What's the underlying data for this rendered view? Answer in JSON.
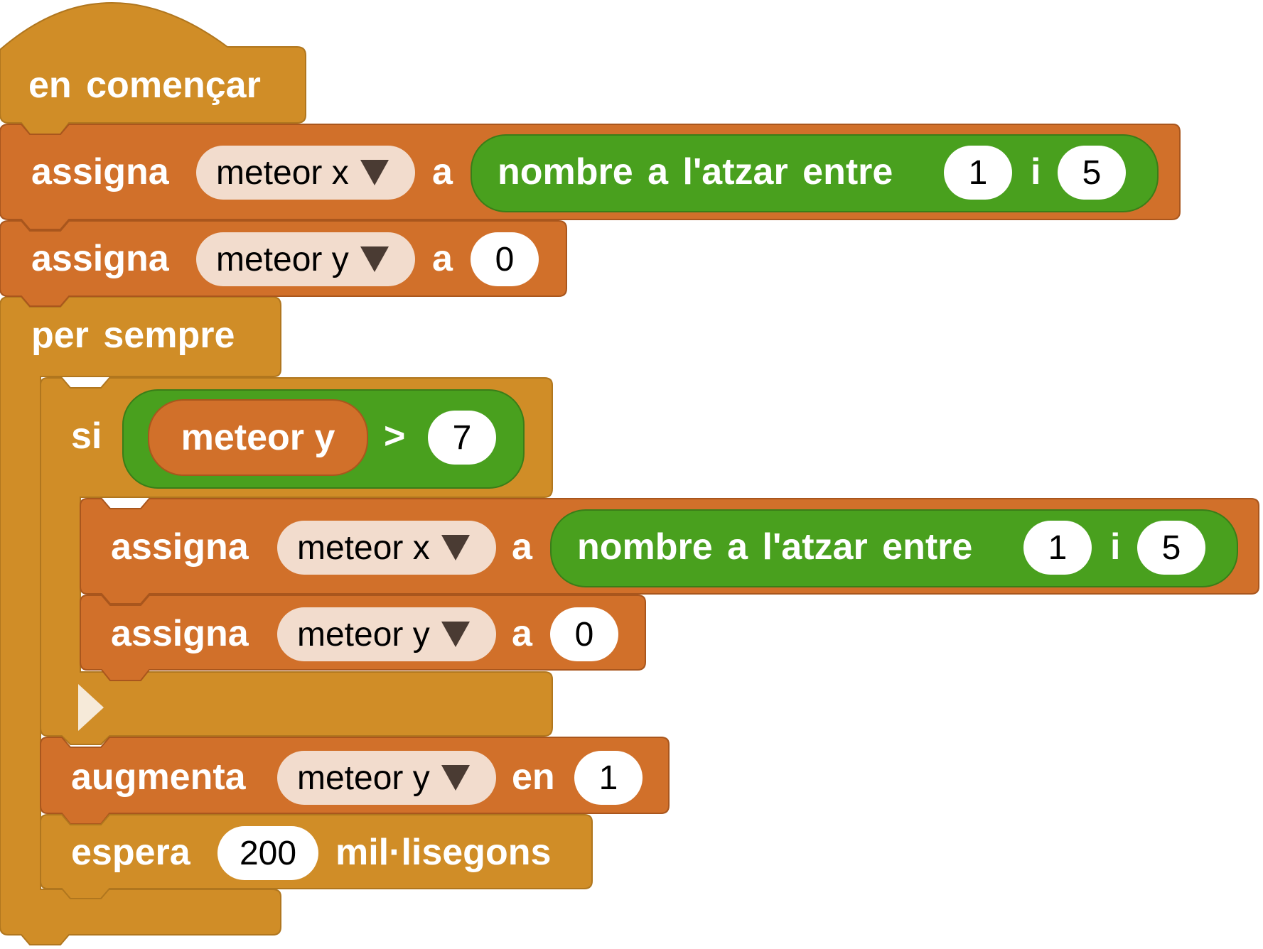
{
  "colors": {
    "events": "#d08d27",
    "variables": "#d1702a",
    "logic": "#49a01e",
    "dropdown": "#f2dccd",
    "dropdown_arrow": "#4a3b33",
    "text": "#ffffff"
  },
  "script": {
    "hat": {
      "label": "en començar"
    },
    "set_x_1": {
      "keyword": "assigna",
      "variable": "meteor x",
      "to_word": "a",
      "random": {
        "label": "nombre a l'atzar entre",
        "from": "1",
        "and_word": "i",
        "to": "5"
      }
    },
    "set_y_1": {
      "keyword": "assigna",
      "variable": "meteor y",
      "to_word": "a",
      "value": "0"
    },
    "forever": {
      "label": "per sempre",
      "if": {
        "keyword": "si",
        "condition": {
          "left": "meteor y",
          "operator": ">",
          "right": "7"
        },
        "set_x": {
          "keyword": "assigna",
          "variable": "meteor x",
          "to_word": "a",
          "random": {
            "label": "nombre a l'atzar entre",
            "from": "1",
            "and_word": "i",
            "to": "5"
          }
        },
        "set_y": {
          "keyword": "assigna",
          "variable": "meteor y",
          "to_word": "a",
          "value": "0"
        },
        "expand_icon": "play-triangle-icon"
      },
      "change": {
        "keyword": "augmenta",
        "variable": "meteor y",
        "by_word": "en",
        "value": "1"
      },
      "pause": {
        "keyword": "espera",
        "value": "200",
        "unit": "mil·lisegons"
      }
    }
  }
}
